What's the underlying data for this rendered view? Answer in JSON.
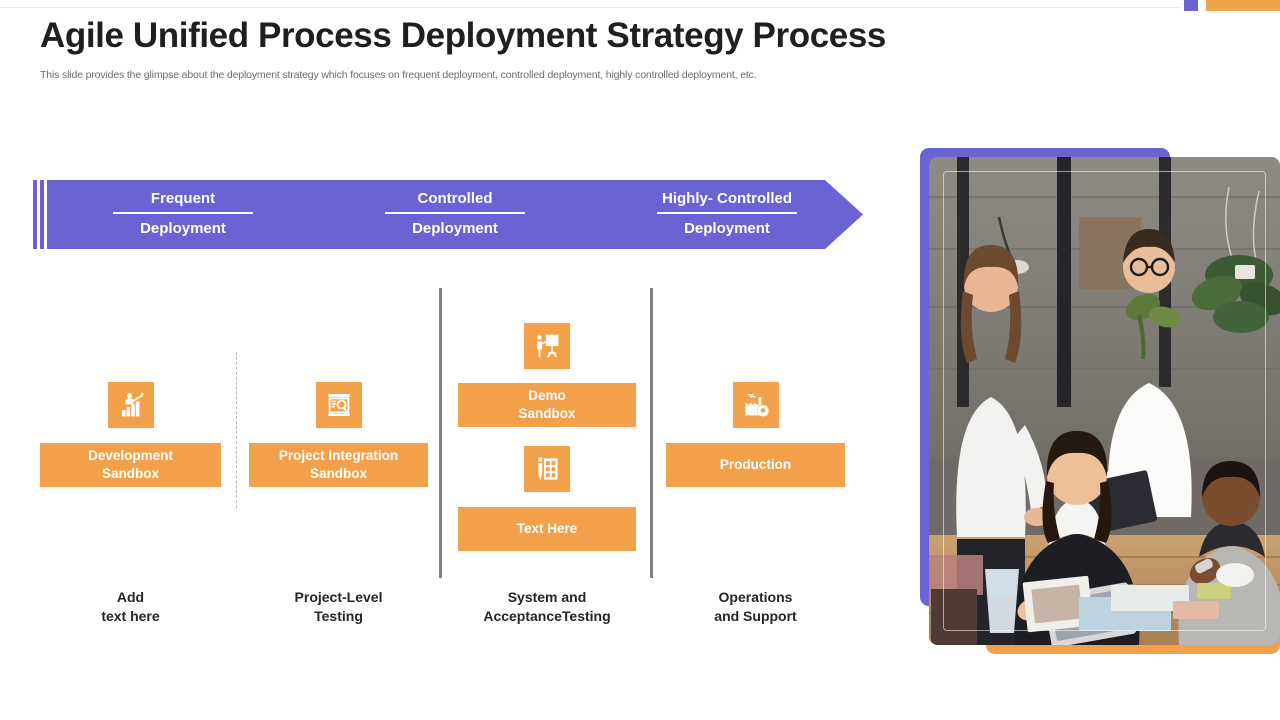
{
  "header": {
    "title": "Agile Unified Process Deployment Strategy Process",
    "subtitle": "This slide provides the glimpse about the deployment strategy which focuses on frequent deployment, controlled deployment, highly controlled deployment, etc."
  },
  "colors": {
    "accent_purple": "#6b63d4",
    "accent_orange": "#f3a04a",
    "title_text": "#1f1f1f",
    "subtitle_text": "#6d6d6d",
    "divider_solid": "#808080",
    "divider_dashed": "#b9b9b9"
  },
  "banner": {
    "segments": [
      {
        "line1": "Frequent",
        "line2": "Deployment"
      },
      {
        "line1": "Controlled",
        "line2": "Deployment"
      },
      {
        "line1": "Highly- Controlled",
        "line2": "Deployment"
      }
    ]
  },
  "stages": [
    {
      "id": "development-sandbox",
      "icon": "person-bar-chart-icon",
      "bar_lines": [
        "Development",
        "Sandbox"
      ],
      "foot_lines": [
        "Add",
        "text here"
      ]
    },
    {
      "id": "project-integration-sandbox",
      "icon": "document-search-icon",
      "bar_lines": [
        "Project Integration",
        "Sandbox"
      ],
      "foot_lines": [
        "Project-Level",
        "Testing"
      ]
    },
    {
      "id": "demo-sandbox",
      "icon": "presentation-board-icon",
      "bar_lines": [
        "Demo",
        "Sandbox"
      ],
      "icon2": "checklist-pen-icon",
      "bar2_lines": [
        "Text Here"
      ],
      "foot_lines": [
        "System and",
        "AcceptanceTesting"
      ]
    },
    {
      "id": "production",
      "icon": "factory-gear-icon",
      "bar_lines": [
        "Production"
      ],
      "foot_lines": [
        "Operations",
        "and Support"
      ]
    }
  ],
  "photo": {
    "alt": "team-meeting-photo",
    "description": "Office team of five people collaborating around a laptop and tablet at a wooden table"
  }
}
